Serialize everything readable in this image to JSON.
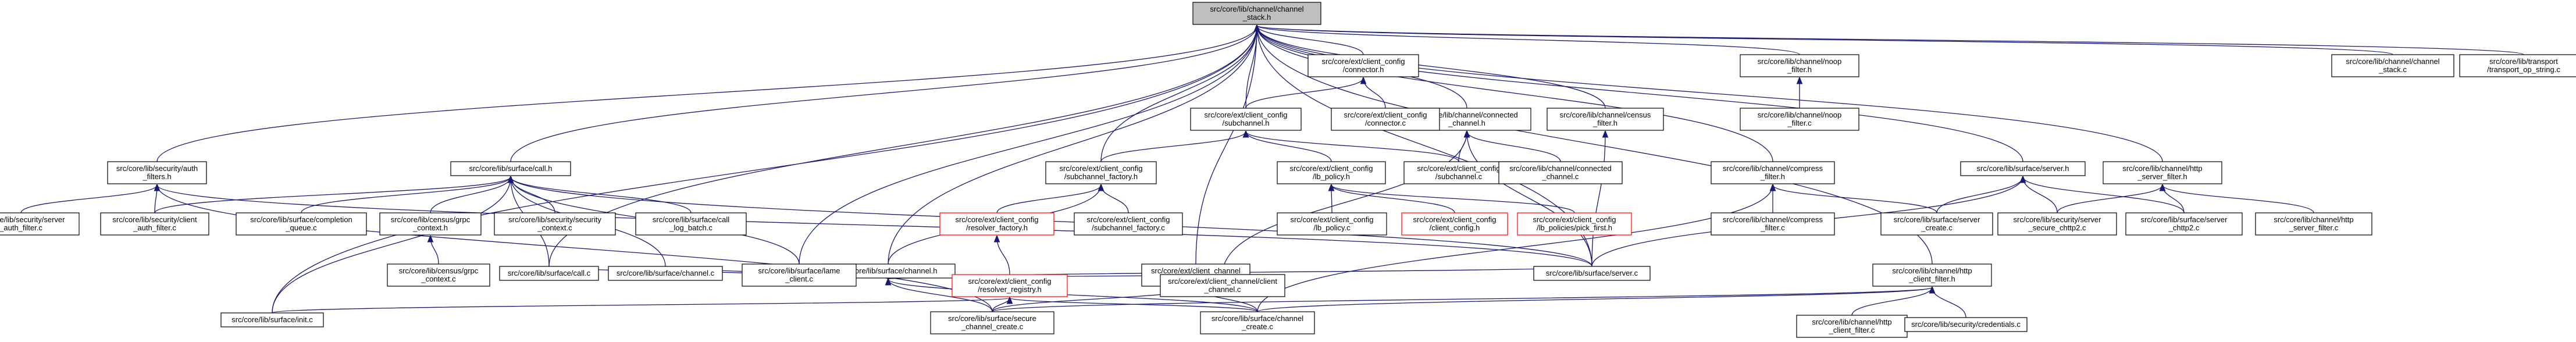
{
  "colors": {
    "edge": "#191970",
    "node_border": "#000000",
    "missing_border": "#ff0000",
    "root_fill": "#bfbfbf",
    "node_fill": "#ffffff",
    "text": "#000000"
  },
  "nodes": [
    {
      "id": "root",
      "lines": [
        "src/core/lib/channel/channel",
        "_stack.h"
      ],
      "style": "root"
    },
    {
      "id": "security_auth_filters_h",
      "lines": [
        "src/core/lib/security/auth",
        "_filters.h"
      ]
    },
    {
      "id": "surface_call_h",
      "lines": [
        "src/core/lib/surface/call.h"
      ]
    },
    {
      "id": "surface_channel_h",
      "lines": [
        "src/core/lib/surface/channel.h"
      ]
    },
    {
      "id": "client_channel_channel_h",
      "lines": [
        "src/core/ext/client_channel",
        "/channel.h"
      ]
    },
    {
      "id": "client_channel_subchannel_h",
      "lines": [
        "src/core/ext/client_config",
        "/subchannel.h"
      ]
    },
    {
      "id": "client_config_connector_h",
      "lines": [
        "src/core/ext/client_config",
        "/connector.h"
      ]
    },
    {
      "id": "client_config_subchannel_factory_h",
      "lines": [
        "src/core/ext/client_config",
        "/subchannel_factory.h"
      ]
    },
    {
      "id": "channel_connected_channel_h",
      "lines": [
        "src/core/lib/channel/connected",
        "_channel.h"
      ]
    },
    {
      "id": "census_filter_h",
      "lines": [
        "src/core/lib/channel/census",
        "_filter.h"
      ]
    },
    {
      "id": "client_config_lb_policy_h",
      "lines": [
        "src/core/ext/client_config",
        "/lb_policy.h"
      ]
    },
    {
      "id": "channel_compress_filter_h",
      "lines": [
        "src/core/lib/channel/compress",
        "_filter.h"
      ]
    },
    {
      "id": "channel_noop_filter_h",
      "lines": [
        "src/core/lib/channel/noop",
        "_filter.h"
      ]
    },
    {
      "id": "surface_server_h",
      "lines": [
        "src/core/lib/surface/server.h"
      ]
    },
    {
      "id": "http_server_filter_h",
      "lines": [
        "src/core/lib/channel/http",
        "_server_filter.h"
      ]
    },
    {
      "id": "channel_stack_c",
      "lines": [
        "src/core/lib/channel/channel",
        "_stack.c"
      ]
    },
    {
      "id": "transport_op_string_c",
      "lines": [
        "src/core/lib/transport",
        "/transport_op_string.c"
      ]
    },
    {
      "id": "client_config_connector_c",
      "lines": [
        "src/core/ext/client_config",
        "/connector.c"
      ]
    },
    {
      "id": "noop_filter_c",
      "lines": [
        "src/core/lib/channel/noop",
        "_filter.c"
      ]
    },
    {
      "id": "client_config_subchannel_c",
      "lines": [
        "src/core/ext/client_config",
        "/subchannel.c"
      ]
    },
    {
      "id": "connected_channel_c",
      "lines": [
        "src/core/lib/channel/connected",
        "_channel.c"
      ]
    },
    {
      "id": "security_server_auth_filter_c",
      "lines": [
        "src/core/lib/security/server",
        "_auth_filter.c"
      ]
    },
    {
      "id": "security_client_auth_filter_c",
      "lines": [
        "src/core/lib/security/client",
        "_auth_filter.c"
      ]
    },
    {
      "id": "surface_completion_queue_c",
      "lines": [
        "src/core/lib/surface/completion",
        "_queue.c"
      ]
    },
    {
      "id": "census_grpc_context_h",
      "lines": [
        "src/core/lib/census/grpc",
        "_context.h"
      ]
    },
    {
      "id": "security_security_context_c",
      "lines": [
        "src/core/lib/security/security",
        "_context.c"
      ]
    },
    {
      "id": "surface_call_log_batch_c",
      "lines": [
        "src/core/lib/surface/call",
        "_log_batch.c"
      ]
    },
    {
      "id": "client_config_resolver_factory_h",
      "lines": [
        "src/core/ext/client_config",
        "/resolver_factory.h"
      ],
      "style": "missing"
    },
    {
      "id": "client_config_subchannel_factory_c",
      "lines": [
        "src/core/ext/client_config",
        "/subchannel_factory.c"
      ]
    },
    {
      "id": "client_config_lb_policy_c",
      "lines": [
        "src/core/ext/client_config",
        "/lb_policy.c"
      ]
    },
    {
      "id": "client_config_client_config_h",
      "lines": [
        "src/core/ext/client_config",
        "/client_config.h"
      ],
      "style": "missing"
    },
    {
      "id": "lb_policies_pick_first_h",
      "lines": [
        "src/core/ext/client_config",
        "/lb_policies/pick_first.h"
      ],
      "style": "missing"
    },
    {
      "id": "compress_filter_c",
      "lines": [
        "src/core/lib/channel/compress",
        "_filter.c"
      ]
    },
    {
      "id": "surface_server_create_c",
      "lines": [
        "src/core/lib/surface/server",
        "_create.c"
      ]
    },
    {
      "id": "security_server_secure_chttp2_c",
      "lines": [
        "src/core/lib/security/server",
        "_secure_chttp2.c"
      ]
    },
    {
      "id": "surface_server_chttp2_c",
      "lines": [
        "src/core/lib/surface/server",
        "_chttp2.c"
      ]
    },
    {
      "id": "http_server_filter_c",
      "lines": [
        "src/core/lib/channel/http",
        "_server_filter.c"
      ]
    },
    {
      "id": "census_grpc_context_c",
      "lines": [
        "src/core/lib/census/grpc",
        "_context.c"
      ]
    },
    {
      "id": "surface_call_c",
      "lines": [
        "src/core/lib/surface/call.c"
      ]
    },
    {
      "id": "surface_channel_c",
      "lines": [
        "src/core/lib/surface/channel.c"
      ]
    },
    {
      "id": "surface_lame_client_c",
      "lines": [
        "src/core/lib/surface/lame",
        "_client.c"
      ]
    },
    {
      "id": "client_config_resolver_registry_h",
      "lines": [
        "src/core/ext/client_config",
        "/resolver_registry.h"
      ],
      "style": "missing"
    },
    {
      "id": "client_channel_client_channel_c",
      "lines": [
        "src/core/ext/client_channel/client",
        "_channel.c"
      ]
    },
    {
      "id": "surface_server_c",
      "lines": [
        "src/core/lib/surface/server.c"
      ]
    },
    {
      "id": "http_client_filter_h",
      "lines": [
        "src/core/lib/channel/http",
        "_client_filter.h"
      ]
    },
    {
      "id": "surface_init_c",
      "lines": [
        "src/core/lib/surface/init.c"
      ]
    },
    {
      "id": "surface_secure_channel_create_c",
      "lines": [
        "src/core/lib/surface/secure",
        "_channel_create.c"
      ]
    },
    {
      "id": "surface_channel_create_c",
      "lines": [
        "src/core/lib/surface/channel",
        "_create.c"
      ]
    },
    {
      "id": "http_client_filter_c",
      "lines": [
        "src/core/lib/channel/http",
        "_client_filter.c"
      ]
    },
    {
      "id": "security_credentials_c",
      "lines": [
        "src/core/lib/security/credentials.c"
      ]
    }
  ],
  "edges": [
    [
      "security_auth_filters_h",
      "root"
    ],
    [
      "surface_call_h",
      "root"
    ],
    [
      "surface_channel_h",
      "root"
    ],
    [
      "client_channel_channel_h",
      "root"
    ],
    [
      "client_channel_subchannel_h",
      "root"
    ],
    [
      "client_config_connector_h",
      "root"
    ],
    [
      "client_config_subchannel_factory_h",
      "root"
    ],
    [
      "channel_connected_channel_h",
      "root"
    ],
    [
      "census_filter_h",
      "root"
    ],
    [
      "channel_compress_filter_h",
      "root"
    ],
    [
      "channel_noop_filter_h",
      "root"
    ],
    [
      "surface_server_h",
      "root"
    ],
    [
      "http_server_filter_h",
      "root"
    ],
    [
      "channel_stack_c",
      "root"
    ],
    [
      "transport_op_string_c",
      "root"
    ],
    [
      "surface_init_c",
      "root"
    ],
    [
      "http_client_filter_h",
      "root"
    ],
    [
      "surface_lame_client_c",
      "root"
    ],
    [
      "surface_call_c",
      "root"
    ],
    [
      "surface_server_c",
      "root"
    ],
    [
      "client_config_connector_c",
      "client_config_connector_h"
    ],
    [
      "client_channel_subchannel_h",
      "client_config_connector_h"
    ],
    [
      "noop_filter_c",
      "channel_noop_filter_h"
    ],
    [
      "client_config_subchannel_factory_h",
      "client_channel_subchannel_h"
    ],
    [
      "client_config_lb_policy_h",
      "client_channel_subchannel_h"
    ],
    [
      "client_config_subchannel_c",
      "client_channel_subchannel_h"
    ],
    [
      "client_config_subchannel_c",
      "channel_connected_channel_h"
    ],
    [
      "connected_channel_c",
      "channel_connected_channel_h"
    ],
    [
      "surface_server_c",
      "channel_connected_channel_h"
    ],
    [
      "client_channel_client_channel_c",
      "channel_connected_channel_h"
    ],
    [
      "surface_server_c",
      "census_filter_h"
    ],
    [
      "security_server_auth_filter_c",
      "security_auth_filters_h"
    ],
    [
      "security_client_auth_filter_c",
      "security_auth_filters_h"
    ],
    [
      "surface_secure_channel_create_c",
      "security_auth_filters_h"
    ],
    [
      "surface_server_c",
      "security_auth_filters_h"
    ],
    [
      "surface_completion_queue_c",
      "surface_call_h"
    ],
    [
      "census_grpc_context_h",
      "surface_call_h"
    ],
    [
      "security_security_context_c",
      "surface_call_h"
    ],
    [
      "surface_call_log_batch_c",
      "surface_call_h"
    ],
    [
      "surface_call_c",
      "surface_call_h"
    ],
    [
      "surface_channel_c",
      "surface_call_h"
    ],
    [
      "surface_lame_client_c",
      "surface_call_h"
    ],
    [
      "surface_init_c",
      "surface_call_h"
    ],
    [
      "security_client_auth_filter_c",
      "surface_call_h"
    ],
    [
      "surface_server_c",
      "surface_call_h"
    ],
    [
      "surface_call_c",
      "surface_channel_h"
    ],
    [
      "surface_channel_c",
      "surface_channel_h"
    ],
    [
      "surface_lame_client_c",
      "surface_channel_h"
    ],
    [
      "client_channel_client_channel_c",
      "surface_channel_h"
    ],
    [
      "surface_server_c",
      "surface_channel_h"
    ],
    [
      "surface_secure_channel_create_c",
      "surface_channel_h"
    ],
    [
      "surface_channel_create_c",
      "surface_channel_h"
    ],
    [
      "client_config_resolver_factory_h",
      "client_config_subchannel_factory_h"
    ],
    [
      "client_config_subchannel_factory_c",
      "client_config_subchannel_factory_h"
    ],
    [
      "surface_channel_h",
      "client_config_subchannel_factory_h"
    ],
    [
      "client_config_lb_policy_c",
      "client_config_lb_policy_h"
    ],
    [
      "client_config_client_config_h",
      "client_config_lb_policy_h"
    ],
    [
      "lb_policies_pick_first_h",
      "client_config_lb_policy_h"
    ],
    [
      "client_channel_client_channel_c",
      "client_channel_channel_h"
    ],
    [
      "surface_secure_channel_create_c",
      "client_channel_channel_h"
    ],
    [
      "surface_channel_create_c",
      "client_channel_channel_h"
    ],
    [
      "compress_filter_c",
      "channel_compress_filter_h"
    ],
    [
      "surface_server_create_c",
      "channel_compress_filter_h"
    ],
    [
      "surface_channel_create_c",
      "channel_compress_filter_h"
    ],
    [
      "surface_server_create_c",
      "surface_server_h"
    ],
    [
      "security_server_secure_chttp2_c",
      "surface_server_h"
    ],
    [
      "surface_server_chttp2_c",
      "surface_server_h"
    ],
    [
      "surface_server_c",
      "surface_server_h"
    ],
    [
      "http_server_filter_c",
      "http_server_filter_h"
    ],
    [
      "surface_server_chttp2_c",
      "http_server_filter_h"
    ],
    [
      "security_server_secure_chttp2_c",
      "http_server_filter_h"
    ],
    [
      "census_grpc_context_c",
      "census_grpc_context_h"
    ],
    [
      "client_config_resolver_registry_h",
      "client_config_resolver_factory_h"
    ],
    [
      "surface_secure_channel_create_c",
      "client_config_resolver_registry_h"
    ],
    [
      "surface_channel_create_c",
      "client_config_resolver_registry_h"
    ],
    [
      "surface_init_c",
      "client_config_resolver_registry_h"
    ],
    [
      "http_client_filter_c",
      "http_client_filter_h"
    ],
    [
      "security_credentials_c",
      "http_client_filter_h"
    ],
    [
      "surface_secure_channel_create_c",
      "http_client_filter_h"
    ],
    [
      "surface_channel_create_c",
      "http_client_filter_h"
    ]
  ]
}
